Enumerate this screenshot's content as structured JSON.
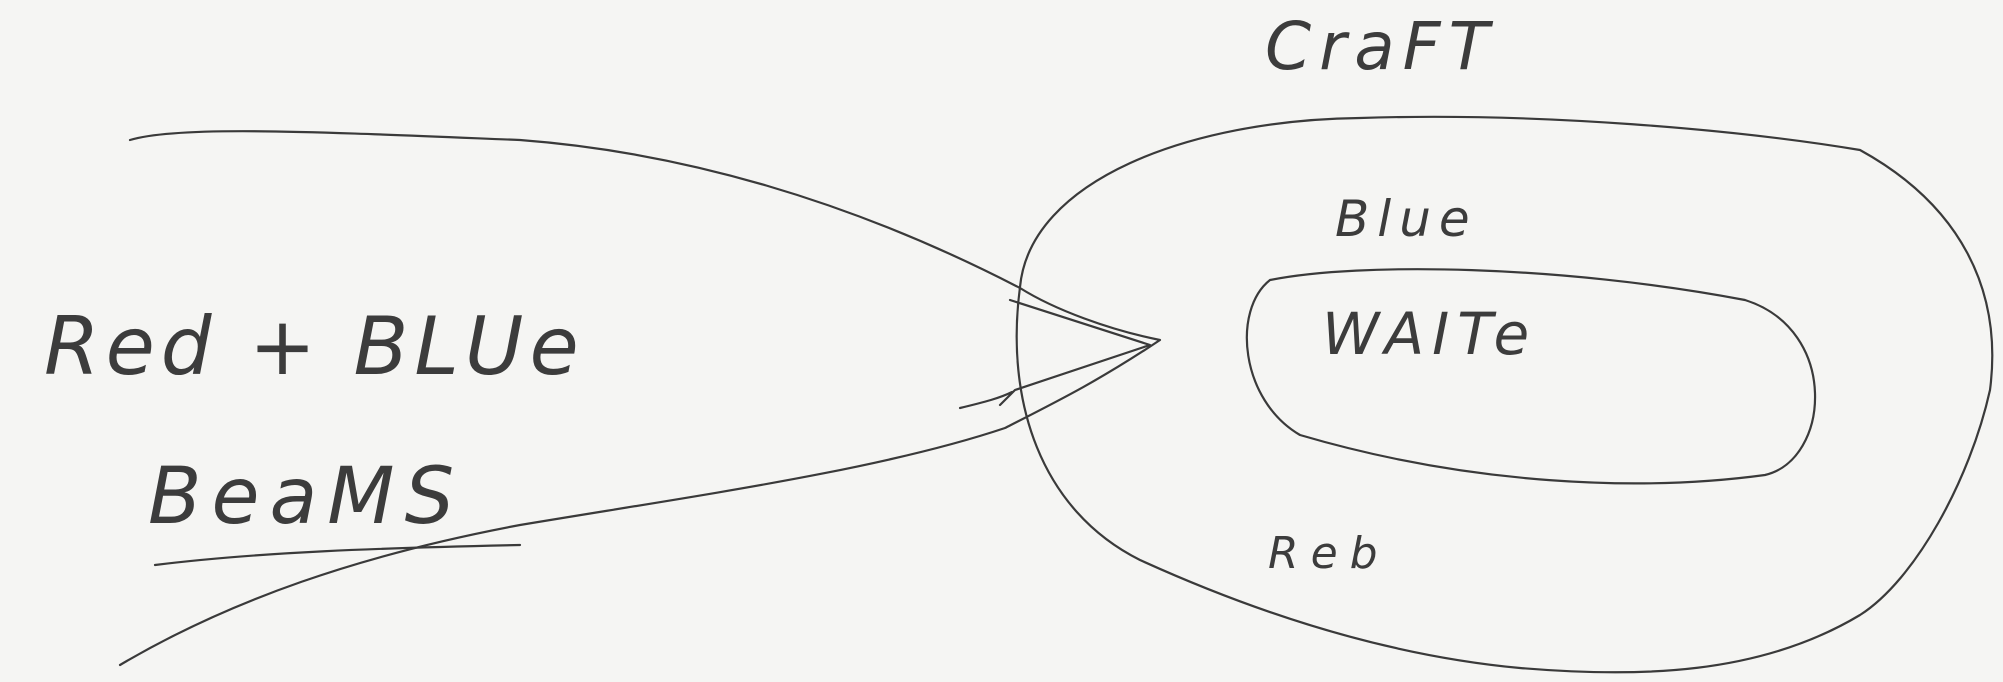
{
  "diagram": {
    "outer_region_label": "CraFT",
    "outer_top_label": "Blue",
    "inner_region_label": "WAITe",
    "outer_bottom_label": "Reb",
    "beams_label_line1": "Red + BLUe",
    "beams_label_line2": "BeaMS"
  },
  "colors": {
    "ink": "#3a3a3a",
    "paper": "#f5f5f3"
  }
}
